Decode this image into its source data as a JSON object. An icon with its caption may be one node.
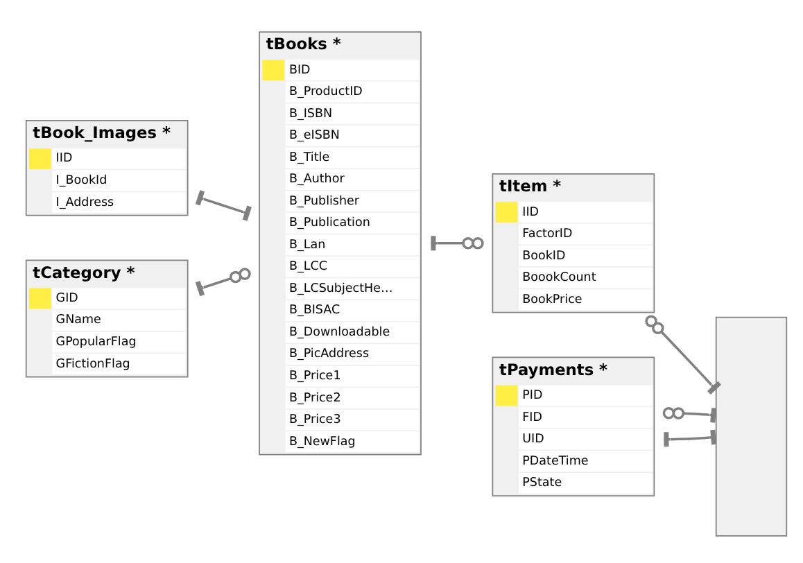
{
  "diagram": {
    "nodes": [
      {
        "text": [
          "tBook_Images *",
          "IID",
          "I_BookId",
          "I_Address"
        ]
      },
      {
        "text": [
          "tBooks *",
          "BID",
          "B_ProductID",
          "B_ISBN",
          "B_eISBN",
          "B_Title",
          "B_Author",
          "B_Publisher",
          "B_Publication",
          "B_Lan",
          "B_LCC",
          "B_LCSubjectHe…",
          "B_BISAC",
          "B_Downloadable",
          "B_PicAddress",
          "B_Price1",
          "B_Price2",
          "B_Price3",
          "B_NewFlag"
        ]
      },
      {
        "text": [
          "tItem *",
          "IID",
          "FactorID",
          "BookID",
          "BoookCount",
          "BookPrice"
        ]
      },
      {
        "text": [
          "tCategory *",
          "GID",
          "GName",
          "GPopularFlag",
          "GFictionFlag"
        ]
      },
      {
        "text": [
          "tPayments *",
          "PID",
          "FID",
          "UID",
          "PDateTime",
          "PState"
        ]
      },
      {
        "text": [],
        "shape": "box"
      }
    ],
    "edges": [
      {
        "from": 0,
        "to": 1,
        "arrow": "other"
      },
      {
        "from": 1,
        "to": 2,
        "arrow": "other"
      },
      {
        "from": 5,
        "to": 2,
        "arrow": "other"
      },
      {
        "from": 3,
        "to": 1,
        "arrow": "other"
      },
      {
        "from": 4,
        "to": 5,
        "arrow": "other"
      },
      {
        "from": 5,
        "to": 4,
        "arrow": "other"
      }
    ]
  }
}
